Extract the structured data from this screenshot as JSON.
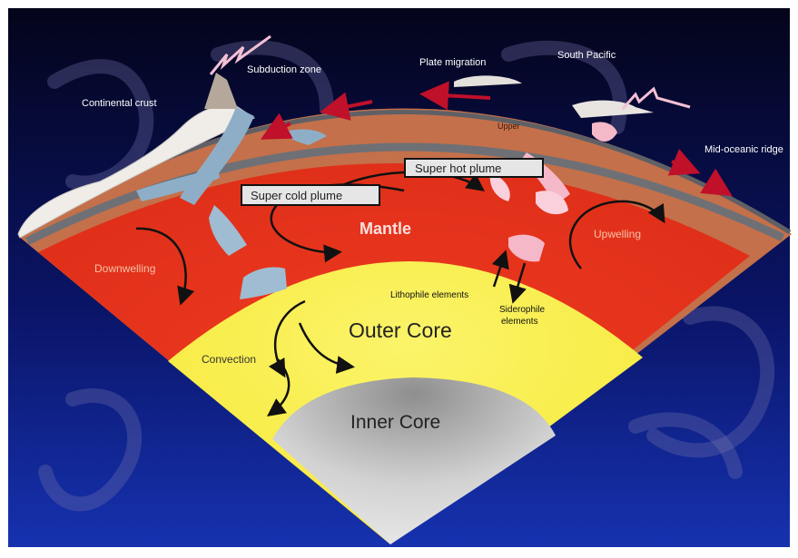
{
  "diagram": {
    "labels": {
      "subduction_zone": "Subduction zone",
      "plate_migration": "Plate migration",
      "south_pacific": "South Pacific",
      "continental_crust": "Continental crust",
      "mid_oceanic_ridge": "Mid-oceanic ridge",
      "upper": "Upper",
      "super_hot_plume": "Super hot plume",
      "super_cold_plume": "Super cold plume",
      "mantle": "Mantle",
      "downwelling": "Downwelling",
      "upwelling": "Upwelling",
      "lithophile_elements": "Lithophile elements",
      "siderophile_elements_1": "Siderophile",
      "siderophile_elements_2": "elements",
      "outer_core": "Outer Core",
      "convection": "Convection",
      "inner_core": "Inner Core"
    },
    "colors": {
      "background_top": "#04041a",
      "background_bottom": "#1230a8",
      "lithosphere": "#c4704a",
      "upper_mantle_band": "#7a7c80",
      "mantle": "#e8321c",
      "outer_core": "#f7f04a",
      "inner_core": "#c8c8c8",
      "cold_plume": "#8eaec8",
      "hot_plume": "#f4b8c8",
      "crust": "#f0ece8",
      "arrow_dark": "#111111",
      "arrow_red": "#c0102a"
    }
  }
}
